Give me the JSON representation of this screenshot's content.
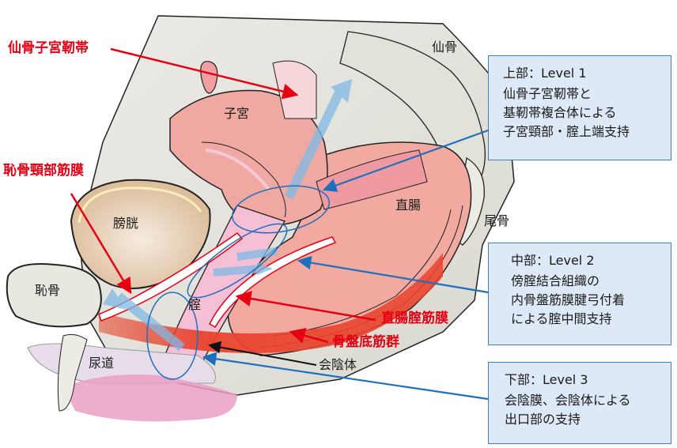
{
  "labels": {
    "sacrouterine_ligament": "仙骨子宮靭帯",
    "pubocervical_fascia": "恥骨頸部筋膜",
    "rectovaginal_fascia": "直腸腟筋膜",
    "pelvic_floor_muscles": "骨盤底筋群",
    "perineal_body": "会陰体",
    "sacrum": "仙骨",
    "uterus": "子宮",
    "bladder": "膀胱",
    "rectum": "直腸",
    "coccyx": "尾骨",
    "pubic_bone": "恥骨",
    "vagina": "腟",
    "urethra": "尿道"
  },
  "levels": [
    {
      "title": "上部：Level 1",
      "lines": [
        "仙骨子宮靭帯と",
        "基靭帯複合体による",
        "子宮頸部・腟上端支持"
      ]
    },
    {
      "title": "中部：Level 2",
      "lines": [
        "傍腟結合組織の",
        "内骨盤筋膜腱弓付着",
        "による腟中間支持"
      ]
    },
    {
      "title": "下部：Level 3",
      "lines": [
        "会陰膜、会陰体による",
        "出口部の支持"
      ]
    }
  ],
  "colors": {
    "red_label": "#e60012",
    "blue_leader": "#1f6fbf",
    "box_fill": "#dde9f6",
    "muscle_band": "#e8442e"
  }
}
